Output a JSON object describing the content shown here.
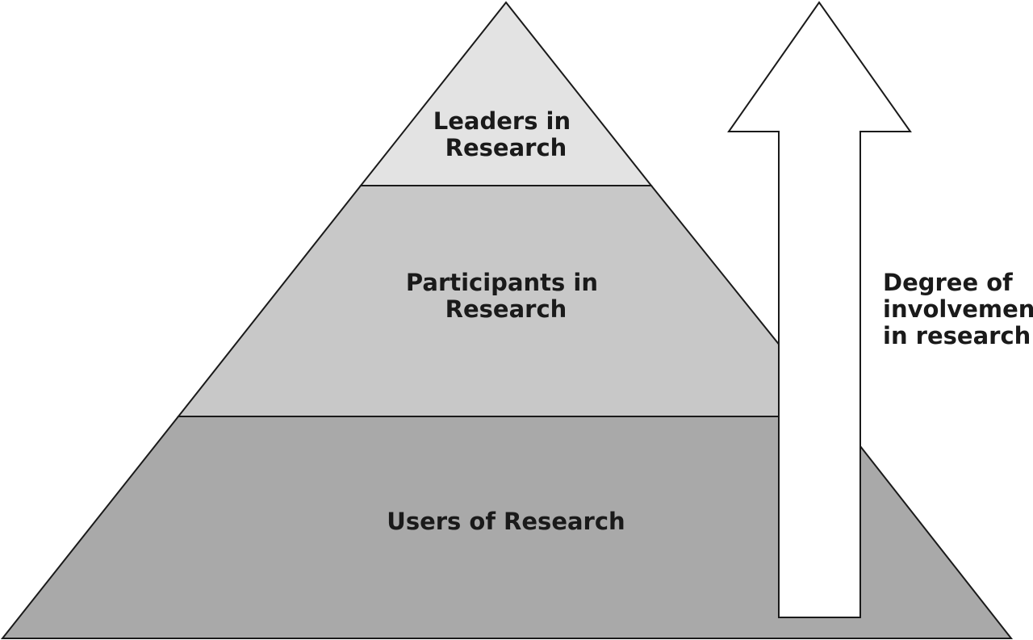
{
  "pyramid": {
    "tiers": [
      {
        "lines": [
          "Leaders in",
          "Research"
        ],
        "fill": "#e3e3e3"
      },
      {
        "lines": [
          "Participants in",
          "Research"
        ],
        "fill": "#c8c8c8"
      },
      {
        "lines": [
          "Users of Research"
        ],
        "fill": "#a9a9a9"
      }
    ],
    "outline_color": "#1a1a1a"
  },
  "arrow": {
    "label_lines": [
      "Degree of",
      "involvement",
      "in research"
    ],
    "fill": "#ffffff"
  }
}
